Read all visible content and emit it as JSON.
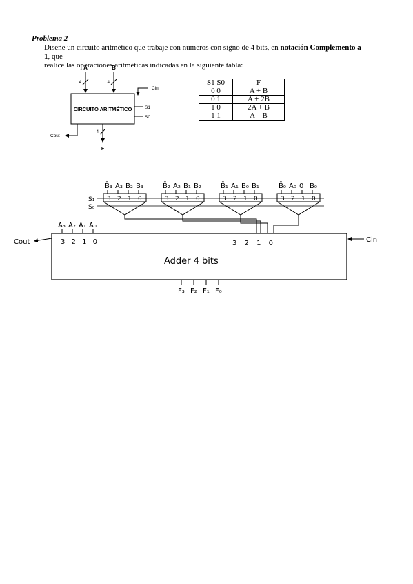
{
  "problem": {
    "title": "Problema 2",
    "line1_before": "Diseñe un circuito aritmético que trabaje con números con signo de 4 bits, en ",
    "line1_bold": "notación Complemento a 1",
    "line1_after": ", que",
    "line2": "realice las operaciones aritméticas indicadas en la siguiente tabla:"
  },
  "block_diagram": {
    "input_a": "A",
    "input_b": "B",
    "bus_width_a": "4",
    "bus_width_b": "4",
    "bus_width_f": "4",
    "cin": "Cin",
    "block_label": "CIRCUITO ARITMÉTICO",
    "s1": "S1",
    "s0": "S0",
    "cout": "Cout",
    "output_f": "F"
  },
  "truth_table": {
    "headers": [
      "S1 S0",
      "F"
    ],
    "rows": [
      [
        "0 0",
        "A + B"
      ],
      [
        "0 1",
        "A + 2B"
      ],
      [
        "1 0",
        "2A + B"
      ],
      [
        "1 1",
        "A – B"
      ]
    ]
  },
  "sketch": {
    "mux_inputs": [
      [
        "B̄₃",
        "A₃",
        "B₂",
        "B₃"
      ],
      [
        "B̄₂",
        "A₂",
        "B₁",
        "B₂"
      ],
      [
        "B̄₁",
        "A₁",
        "B₀",
        "B₁"
      ],
      [
        "B̄₀",
        "A₀",
        "0",
        "B₀"
      ]
    ],
    "mux_select_labels": [
      "3",
      "2",
      "1",
      "0"
    ],
    "sel_s1": "S₁",
    "sel_s0": "S₀",
    "a_labels": [
      "A₃",
      "A₂",
      "A₁",
      "A₀"
    ],
    "adder_left_indices": "3 2 1 0",
    "adder_right_indices": "3 2 1 0",
    "adder_label": "Adder 4 bits",
    "cout_label": "Cout",
    "cin_label": "Cin",
    "f_labels": [
      "F₃",
      "F₂",
      "F₁",
      "F₀"
    ]
  }
}
